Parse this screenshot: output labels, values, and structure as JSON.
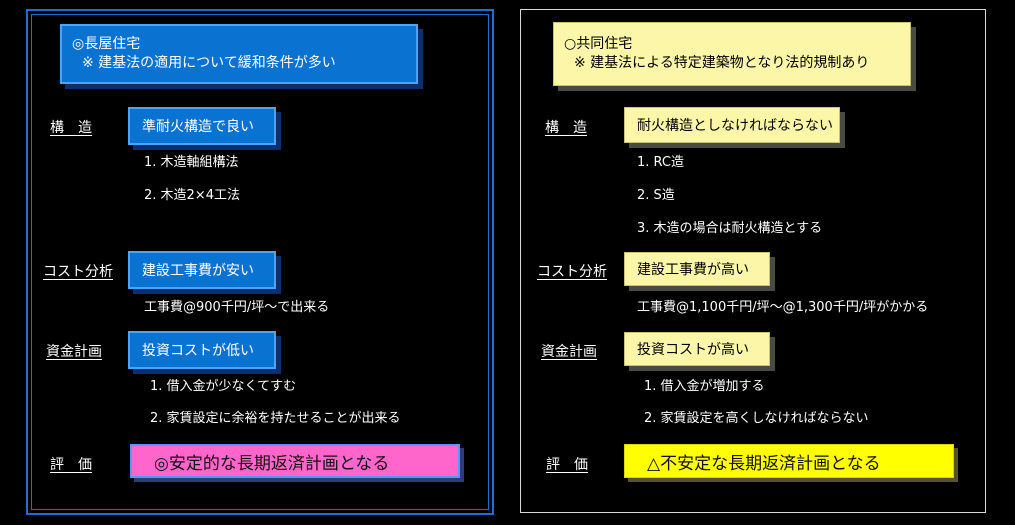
{
  "left": {
    "title_line1": "◎長屋住宅",
    "title_line2": "※ 建基法の適用について緩和条件が多い",
    "structure_label": "構　造",
    "structure_value": "準耐火構造で良い",
    "structure_items": [
      "1. 木造軸組構法",
      "2. 木造2×4工法"
    ],
    "cost_label": "コスト分析",
    "cost_value": "建設工事費が安い",
    "cost_note": "工事費@900千円/坪～で出来る",
    "finance_label": "資金計画",
    "finance_value": "投資コストが低い",
    "finance_items": [
      "1. 借入金が少なくてすむ",
      "2. 家賃設定に余裕を持たせることが出来る"
    ],
    "eval_label": "評　価",
    "eval_value": "◎安定的な長期返済計画となる"
  },
  "right": {
    "title_line1": "○共同住宅",
    "title_line2": "※ 建基法による特定建築物となり法的規制あり",
    "structure_label": "構　造",
    "structure_value": "耐火構造としなければならない",
    "structure_items": [
      "1. RC造",
      "2. S造",
      "3. 木造の場合は耐火構造とする"
    ],
    "cost_label": "コスト分析",
    "cost_value": "建設工事費が高い",
    "cost_note": "工事費@1,100千円/坪～@1,300千円/坪がかかる",
    "finance_label": "資金計画",
    "finance_value": "投資コストが高い",
    "finance_items": [
      "1. 借入金が増加する",
      "2. 家賃設定を高くしなければならない"
    ],
    "eval_label": "評　価",
    "eval_value": "△不安定な長期返済計画となる"
  },
  "colors": {
    "left_box": "#0a72d0",
    "right_box": "#fcf7a8",
    "left_eval": "#ff66cc",
    "right_eval": "#ffff00",
    "left_border": "#1f6fd0"
  }
}
